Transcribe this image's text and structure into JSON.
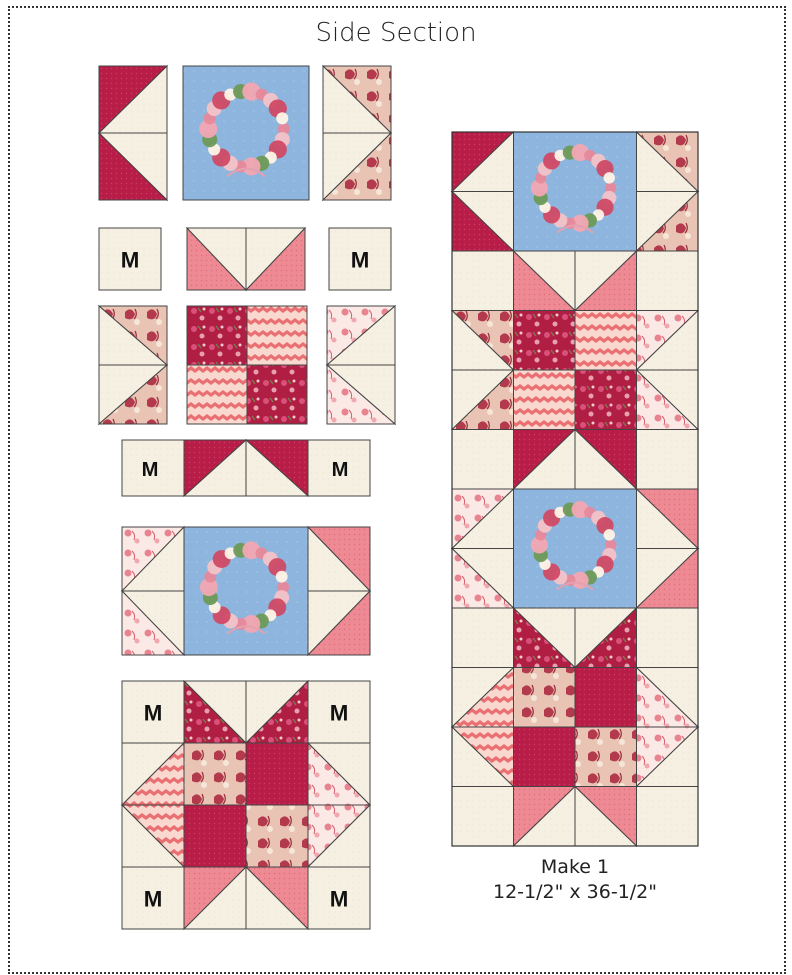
{
  "title": "Side Section",
  "marker": "M",
  "caption": {
    "line1": "Make 1",
    "line2": "12-1/2\" x 36-1/2\""
  },
  "fabrics": {
    "cream": "#f6f0e2",
    "cranberry": "#b81d48",
    "pink": "#ee8a93",
    "sky_blue": "#8eb5de",
    "red_floral": "#b01f43",
    "pink_floral_on_white": "#fbe9e6",
    "paisley": "#e9c3b3",
    "chevron": "#f08a8a"
  }
}
